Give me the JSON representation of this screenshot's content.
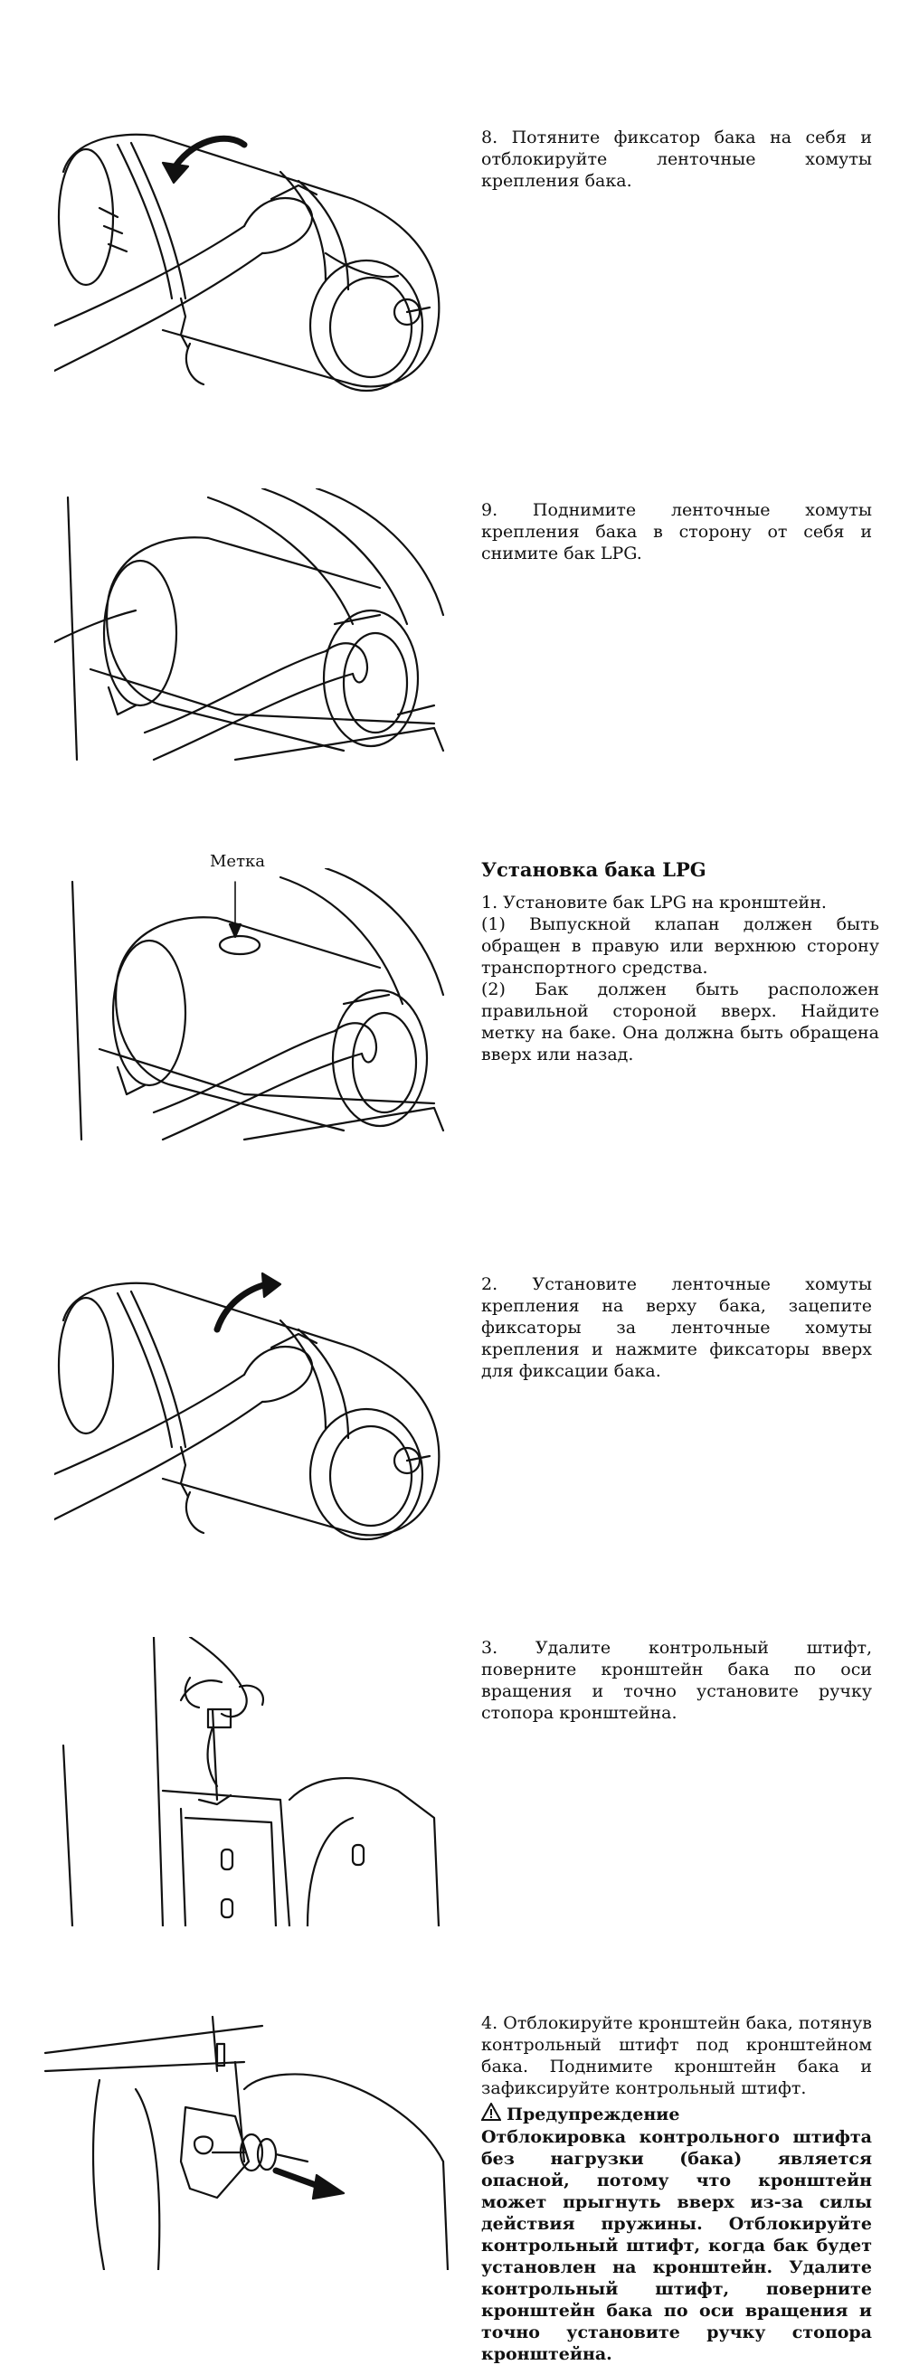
{
  "steps": [
    {
      "text": "8. Потяните фиксатор бака на себя и отблокируйте ленточные хомуты крепления бака."
    },
    {
      "text": "9. Поднимите ленточные хомуты крепления бака в сторону от себя и снимите бак LPG."
    },
    {
      "heading": "Установка бака LPG",
      "intro": "1. Установите бак LPG на кронштейн.",
      "sub1": "(1) Выпускной клапан должен быть обращен в правую или верхнюю сторону транспортного средства.",
      "sub2": "(2) Бак должен быть расположен правильной стороной вверх. Найдите метку на баке. Она должна быть обращена вверх или назад.",
      "figure_label": "Метка"
    },
    {
      "text": "2. Установите ленточные хомуты крепления на верху бака, зацепите фиксаторы за ленточные хомуты крепления и нажмите фиксаторы вверх для фиксации бака."
    },
    {
      "text": "3. Удалите контрольный штифт, поверните кронштейн бака по оси вращения и точно установите ручку стопора кронштейна."
    },
    {
      "text": "4. Отблокируйте кронштейн бака, потянув контрольный штифт под кронштейном бака. Поднимите кронштейн бака и зафиксируйте контрольный штифт.",
      "warning_title": "Предупреждение",
      "warning_text": "Отблокировка контрольного штифта без нагрузки (бака) является опасной, потому что кронштейн может прыгнуть вверх из-за силы действия пружины. Отблокируйте контрольный штифт, когда бак будет установлен на кронштейн. Удалите контрольный штифт, поверните кронштейн бака по оси вращения и точно установите ручку стопора кронштейна."
    }
  ]
}
